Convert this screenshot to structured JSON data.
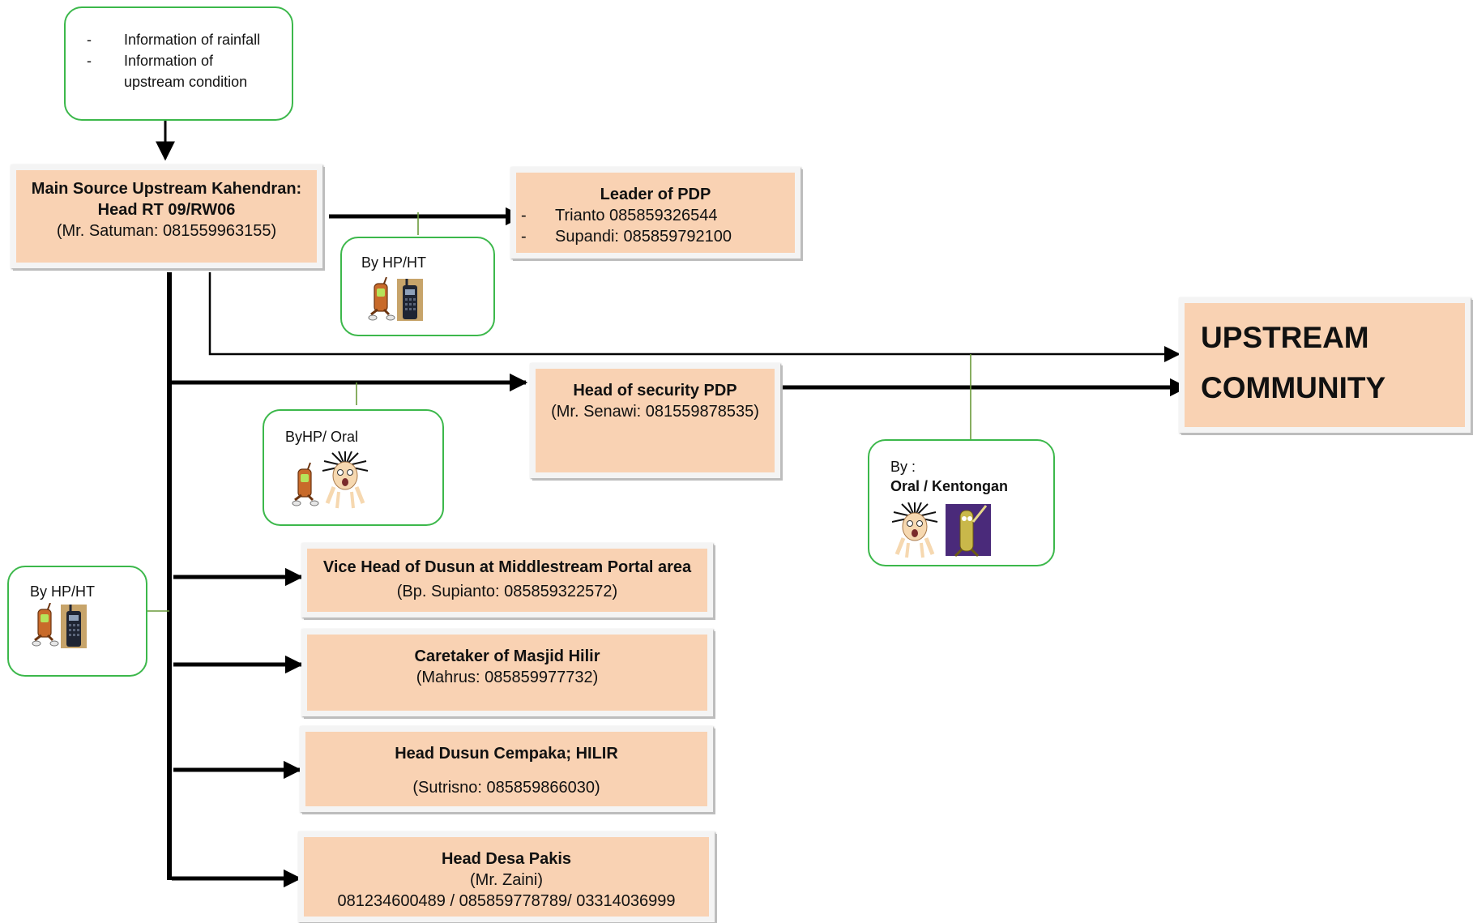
{
  "info_box": {
    "items": [
      "Information of rainfall",
      "Information of upstream condition"
    ]
  },
  "main_source": {
    "title_line1": "Main Source Upstream Kahendran:",
    "title_line2": "Head RT 09/RW06",
    "contact": "(Mr. Satuman: 081559963155)"
  },
  "leader_pdp": {
    "title": "Leader of PDP",
    "members": [
      "Trianto 085859326544",
      "Supandi: 085859792100"
    ]
  },
  "security_pdp": {
    "title": "Head of security PDP",
    "contact": "(Mr. Senawi: 081559878535)"
  },
  "upstream_community": {
    "line1": "UPSTREAM",
    "line2": "COMMUNITY"
  },
  "vice_head": {
    "title": "Vice Head of Dusun at Middlestream Portal area",
    "contact": "(Bp. Supianto: 085859322572)"
  },
  "caretaker": {
    "title": "Caretaker of Masjid Hilir",
    "contact": "(Mahrus: 085859977732)"
  },
  "head_dusun": {
    "title": "Head Dusun Cempaka; HILIR",
    "contact": "(Sutrisno: 085859866030)"
  },
  "head_desa": {
    "title": "Head Desa Pakis",
    "contact": "(Mr. Zaini)",
    "phones": "081234600489 / 085859778789/ 03314036999"
  },
  "callouts": {
    "hp_ht_top": {
      "label": "By  HP/HT",
      "icons": [
        "mobile-phone-icon",
        "walkie-talkie-icon"
      ]
    },
    "hp_oral": {
      "label": "ByHP/ Oral",
      "icons": [
        "mobile-phone-icon",
        "shouting-person-icon"
      ]
    },
    "oral_kentongan": {
      "label_line1": "By :",
      "label_line2": "Oral / Kentongan",
      "icons": [
        "shouting-person-icon",
        "kentongan-drum-icon"
      ]
    },
    "hp_ht_left": {
      "label": "By HP/HT",
      "icons": [
        "mobile-phone-icon",
        "walkie-talkie-icon"
      ]
    }
  },
  "colors": {
    "box_fill": "#f9d2b3",
    "callout_border": "#3cb84b",
    "connector": "#000000",
    "leader_line": "#6a9a3a"
  }
}
